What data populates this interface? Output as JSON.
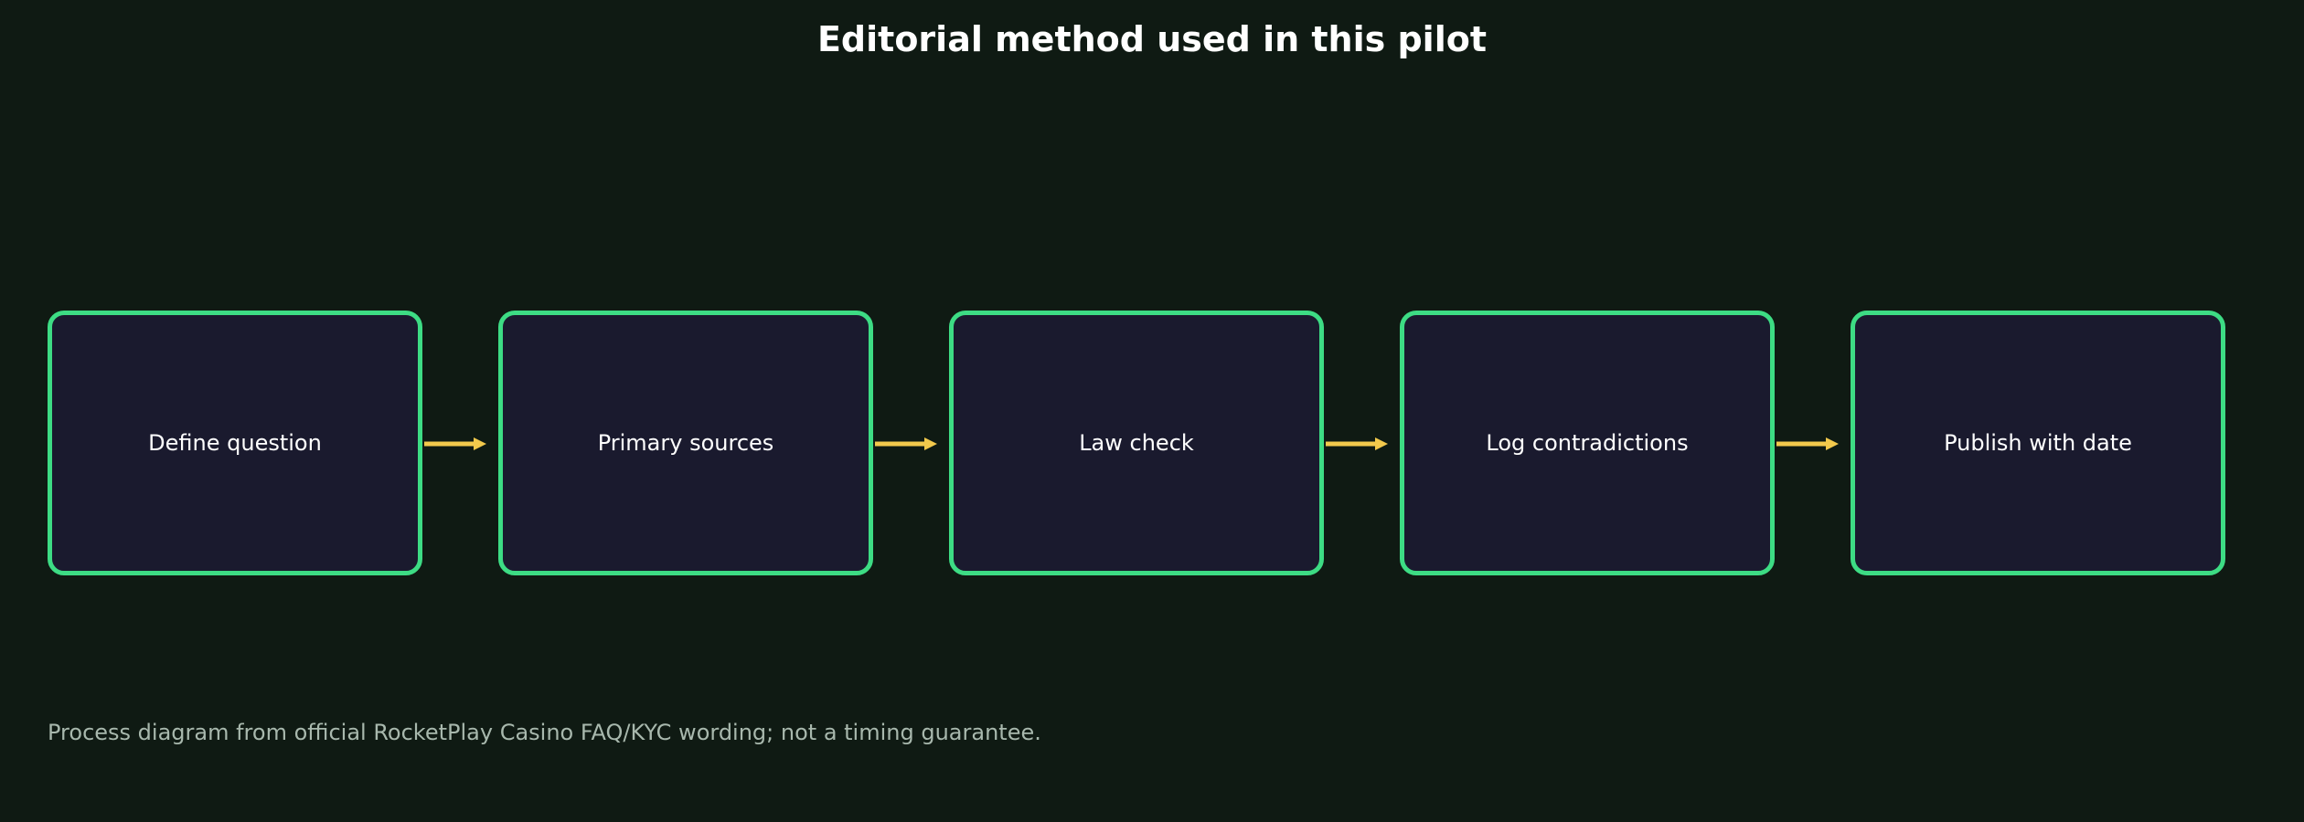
{
  "title": "Editorial method used in this pilot",
  "steps": [
    {
      "label": "Define question"
    },
    {
      "label": "Primary sources"
    },
    {
      "label": "Law check"
    },
    {
      "label": "Log contradictions"
    },
    {
      "label": "Publish with date"
    }
  ],
  "footnote": "Process diagram from official RocketPlay Casino FAQ/KYC wording; not a timing guarantee.",
  "colors": {
    "background": "#0f1a13",
    "box_fill": "#1a1a2e",
    "box_border": "#3ddc84",
    "arrow": "#f2c94c",
    "text": "#ffffff",
    "footnote_text": "#a8b8ad"
  }
}
